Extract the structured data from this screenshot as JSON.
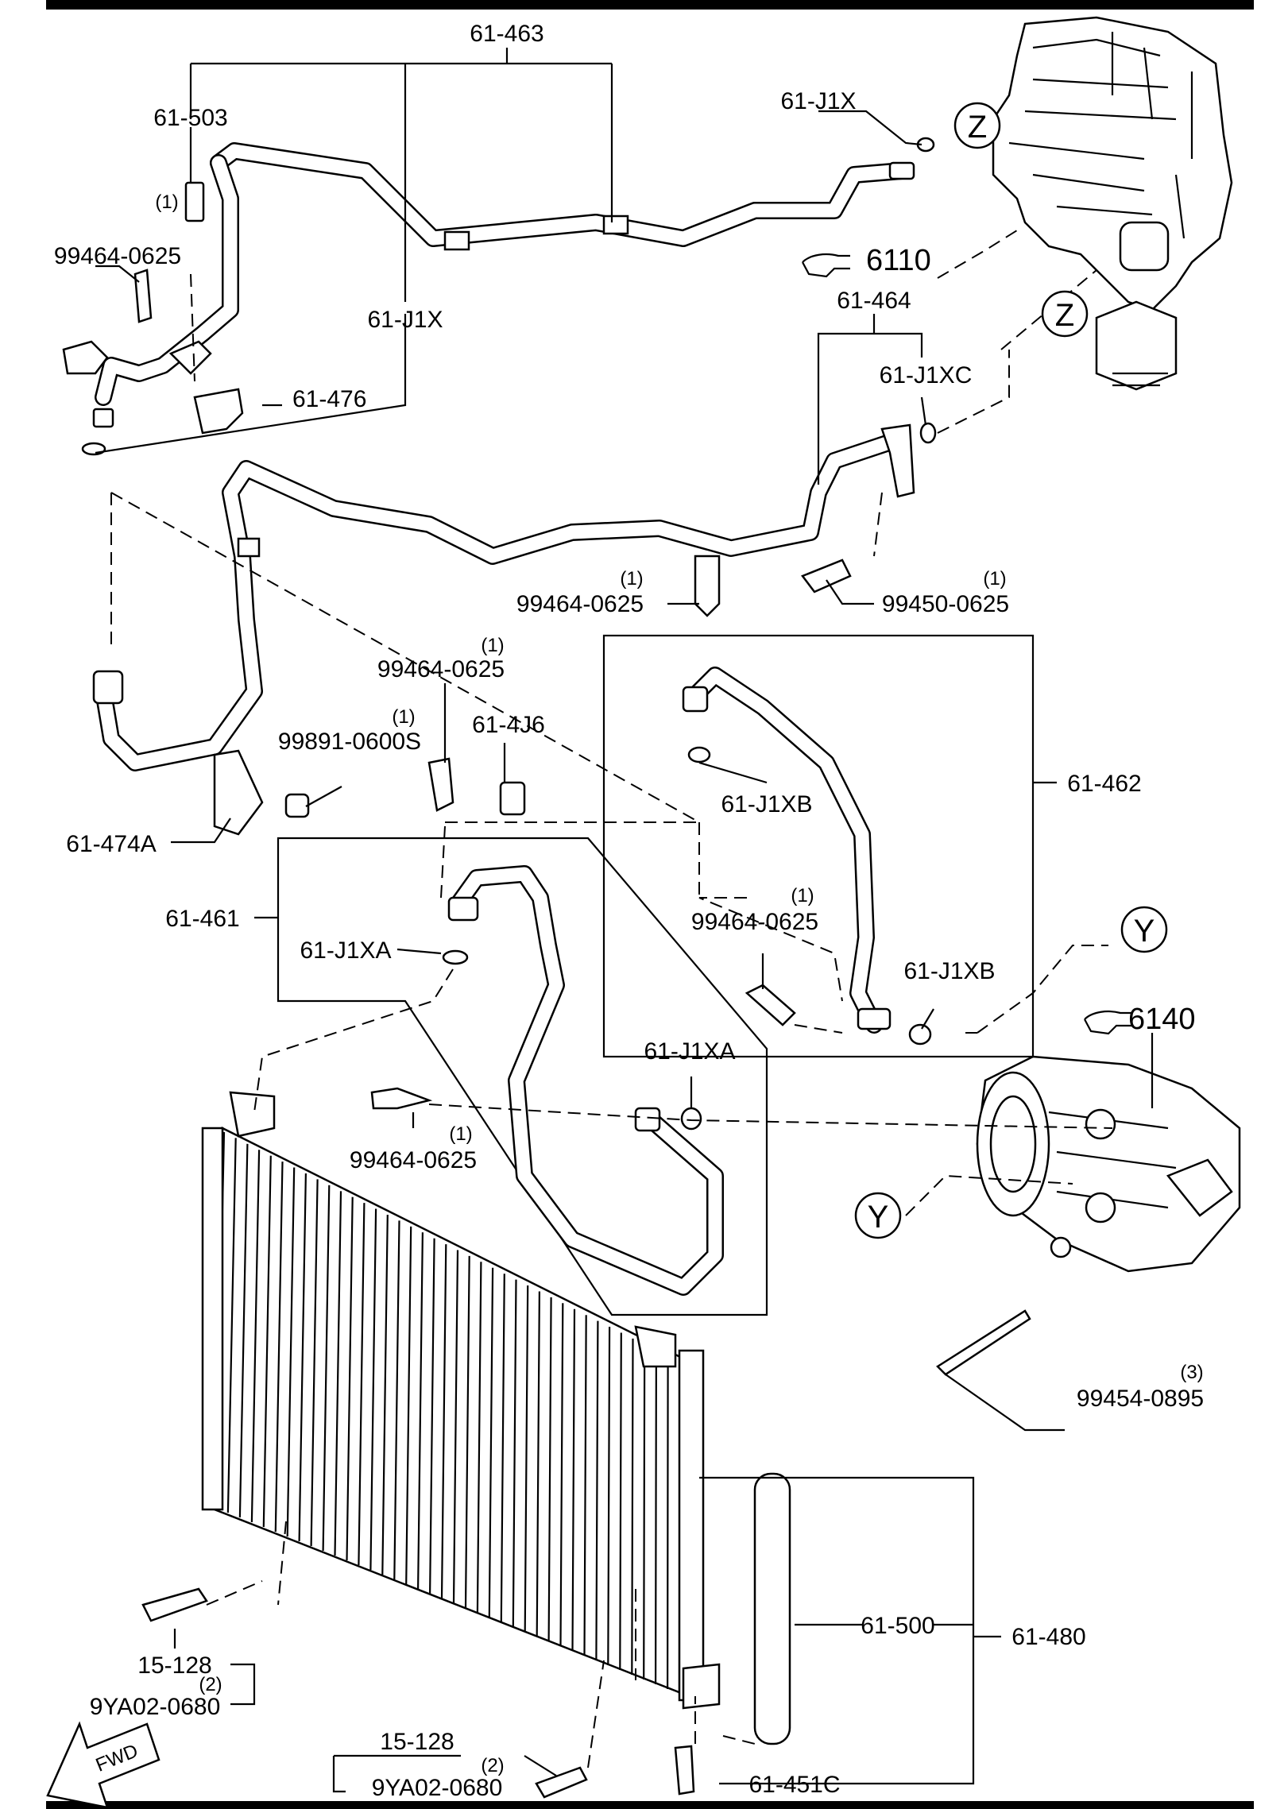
{
  "labels": {
    "hose_61_463": "61-463",
    "valve_61_503": "61-503",
    "oring_top_61_j1x": "61-J1X",
    "oring_left_61_j1x": "61-J1X",
    "bolt_top_qty": "(1)",
    "bolt_top": "99464-0625",
    "clip_61_476": "61-476",
    "hose_61_464": "61-464",
    "oring_61_j1xc": "61-J1XC",
    "ref_6110": "6110",
    "callout_z1": "Z",
    "callout_z2": "Z",
    "bolt_mid_qty": "(1)",
    "bolt_mid": "99464-0625",
    "bolt_99450_qty": "(1)",
    "bolt_99450": "99450-0625",
    "bolt_center_qty": "(1)",
    "bolt_center": "99464-0625",
    "nut_qty": "(1)",
    "nut_99891": "99891-0600S",
    "cap_61_4j6": "61-4J6",
    "bracket_61_474a": "61-474A",
    "oring_61_j1xb_upper": "61-J1XB",
    "hose_61_462": "61-462",
    "pipe_61_461": "61-461",
    "oring_61_j1xa_left": "61-J1XA",
    "bolt_right_qty": "(1)",
    "bolt_right": "99464-0625",
    "oring_61_j1xb_lower": "61-J1XB",
    "callout_y1": "Y",
    "callout_y2": "Y",
    "ref_6140": "6140",
    "oring_61_j1xa_right": "61-J1XA",
    "bolt_lower_qty": "(1)",
    "bolt_lower": "99464-0625",
    "bolt_99454_qty": "(3)",
    "bolt_99454": "99454-0895",
    "drier_61_500": "61-500",
    "condenser_61_480": "61-480",
    "bolt_15_128_left": "15-128",
    "bolt_9ya_left_qty": "(2)",
    "bolt_9ya_left": "9YA02-0680",
    "bolt_15_128_right": "15-128",
    "bolt_9ya_right_qty": "(2)",
    "bolt_9ya_right": "9YA02-0680",
    "plug_61_451c": "61-451C",
    "fwd_arrow": "FWD"
  },
  "colors": {
    "ink": "#000000",
    "paper": "#ffffff"
  },
  "icons": {
    "ref": "pointing-hand-icon"
  }
}
